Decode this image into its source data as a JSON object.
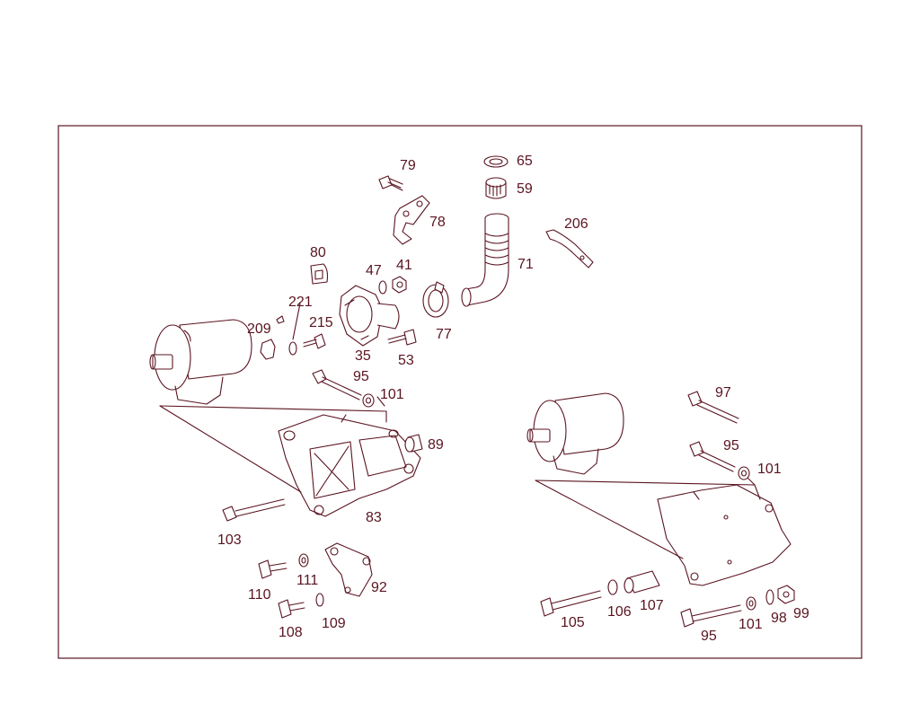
{
  "colors": {
    "ink": "#5a1420",
    "background": "#ffffff"
  },
  "diagram": {
    "callouts": {
      "c79": "79",
      "c65": "65",
      "c59": "59",
      "c78": "78",
      "c206": "206",
      "c71": "71",
      "c80": "80",
      "c47": "47",
      "c41": "41",
      "c221": "221",
      "c209": "209",
      "c215": "215",
      "c77": "77",
      "c35": "35",
      "c53": "53",
      "c95a": "95",
      "c101a": "101",
      "c89": "89",
      "c83": "83",
      "c103": "103",
      "c111": "111",
      "c92": "92",
      "c110": "110",
      "c109": "109",
      "c108": "108",
      "c97": "97",
      "c95b": "95",
      "c101b": "101",
      "c105": "105",
      "c106": "106",
      "c107": "107",
      "c98": "98",
      "c99": "99",
      "c101c": "101",
      "c95c": "95"
    }
  }
}
